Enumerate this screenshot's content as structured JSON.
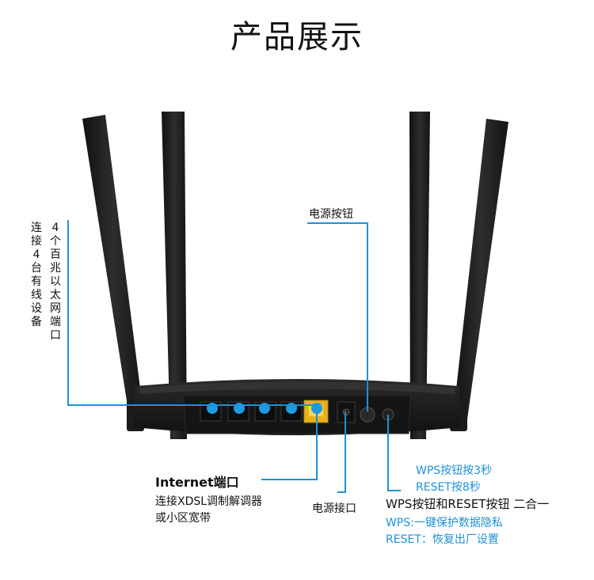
{
  "title": "产品展示",
  "labels": {
    "lan_desc": "连接4台有线设备",
    "lan_ports": "4个百兆以太网端口",
    "power_button": "电源按钮",
    "internet_title": "Internet端口",
    "internet_line1": "连接XDSL调制解调器",
    "internet_line2": "或小区宽带",
    "power_port": "电源接口",
    "wps_line1": "WPS按钮按3秒",
    "wps_line2": "RESET按8秒",
    "wps_main": "WPS按钮和RESET按钮 二合一",
    "wps_line3": "WPS:一键保护数据隐私",
    "wps_line4": "RESET：恢复出厂设置"
  },
  "colors": {
    "accent": "#1e90d8",
    "router_body": "#1c1c1c",
    "antenna": "#1a1a1a",
    "wan_port": "#e8b21a"
  }
}
